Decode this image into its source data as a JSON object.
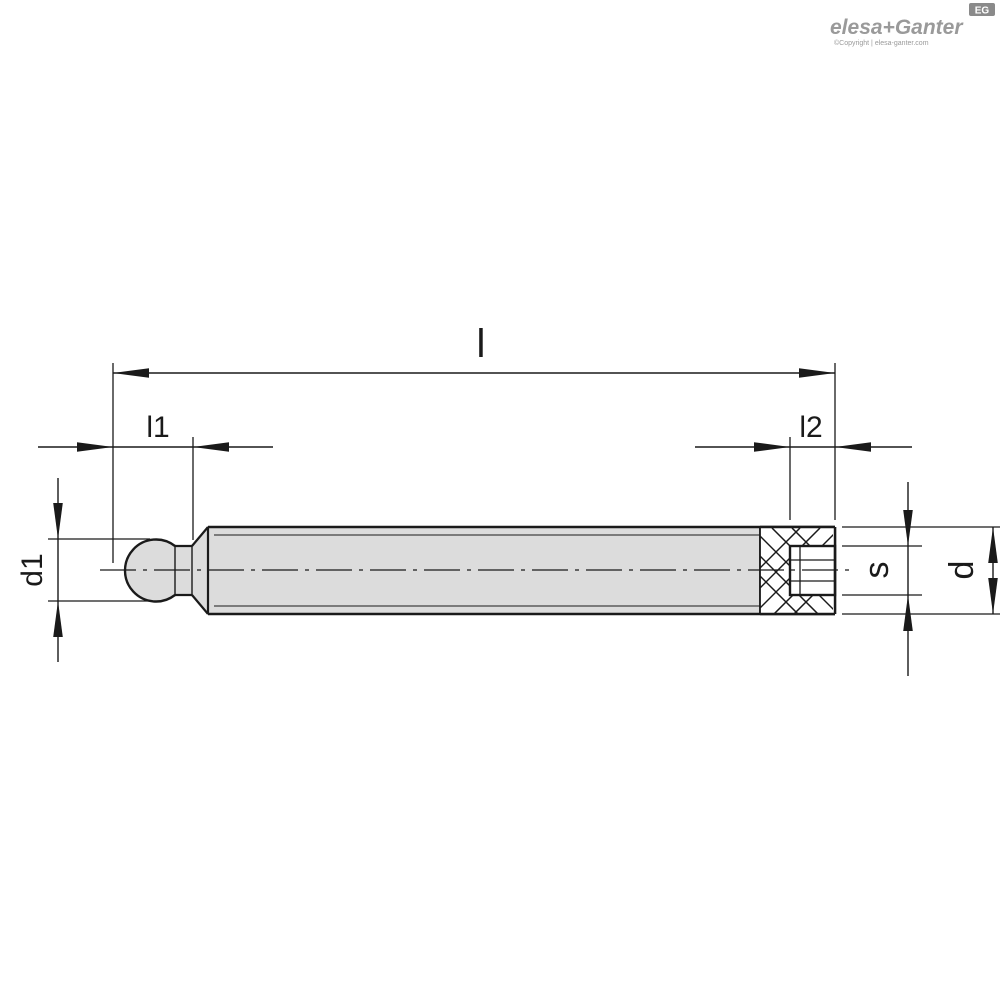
{
  "brand": {
    "logo_text": "elesa+Ganter",
    "badge": "EG",
    "copyright": "©Copyright | elesa-ganter.com"
  },
  "dimensions": {
    "overall_length": "l",
    "ball_length": "l1",
    "socket_length": "l2",
    "ball_diameter": "d1",
    "hex_socket": "s",
    "thread_diameter": "d"
  }
}
